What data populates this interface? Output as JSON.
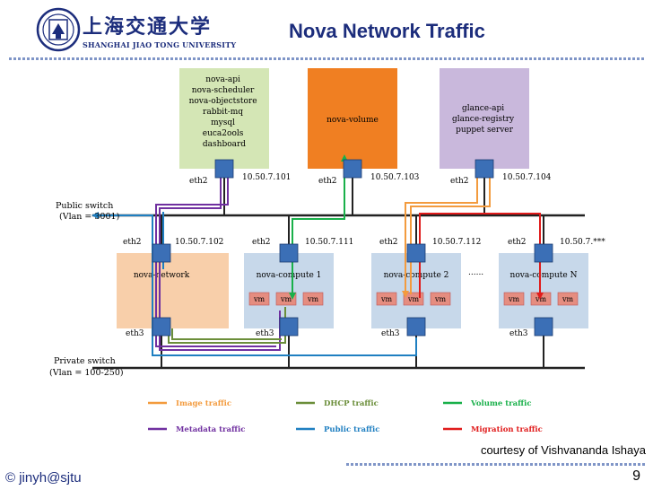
{
  "header": {
    "logo_cn": "上海交通大学",
    "logo_en": "SHANGHAI JIAO TONG UNIVERSITY",
    "title": "Nova Network Traffic"
  },
  "nodes": {
    "controller": {
      "services": [
        "nova-api",
        "nova-scheduler",
        "nova-objectstore",
        "rabbit-mq",
        "mysql",
        "euca2ools",
        "dashboard"
      ],
      "iface": "eth2",
      "ip": "10.50.7.101",
      "color": "#d4e6b5"
    },
    "volume": {
      "label": "nova-volume",
      "iface": "eth2",
      "ip": "10.50.7.103",
      "color": "#f07f22"
    },
    "glance": {
      "services": [
        "glance-api",
        "glance-registry",
        "puppet server"
      ],
      "iface": "eth2",
      "ip": "10.50.7.104",
      "color": "#c9b8dc"
    },
    "network": {
      "label": "nova-network",
      "iface_top": "eth2",
      "ip": "10.50.7.102",
      "iface_bottom": "eth3",
      "color": "#f8cfaa"
    },
    "compute1": {
      "label": "nova-compute 1",
      "iface_top": "eth2",
      "ip": "10.50.7.111",
      "iface_bottom": "eth3",
      "color": "#c7d8ea"
    },
    "compute2": {
      "label": "nova-compute 2",
      "iface_top": "eth2",
      "ip": "10.50.7.112",
      "iface_bottom": "eth3",
      "color": "#c7d8ea"
    },
    "computeN": {
      "label": "nova-compute N",
      "iface_top": "eth2",
      "ip": "10.50.7.***",
      "iface_bottom": "eth3",
      "color": "#c7d8ea"
    },
    "vm_label": "vm",
    "ellipsis": "......"
  },
  "switches": {
    "public": {
      "line1": "Public switch",
      "line2": "(Vlan = 3001)"
    },
    "private": {
      "line1": "Private switch",
      "line2": "(Vlan = 100-250)"
    }
  },
  "legend": [
    {
      "label": "Image traffic",
      "color": "#f39b3e"
    },
    {
      "label": "DHCP traffic",
      "color": "#6b8e3a"
    },
    {
      "label": "Volume traffic",
      "color": "#19b04a"
    },
    {
      "label": "Metadata traffic",
      "color": "#7030a0"
    },
    {
      "label": "Public traffic",
      "color": "#1f7fc1"
    },
    {
      "label": "Migration traffic",
      "color": "#e01b1b"
    }
  ],
  "courtesy": "courtesy of  Vishvananda Ishaya",
  "footer": {
    "author": "© jinyh@sjtu",
    "page": "9"
  }
}
